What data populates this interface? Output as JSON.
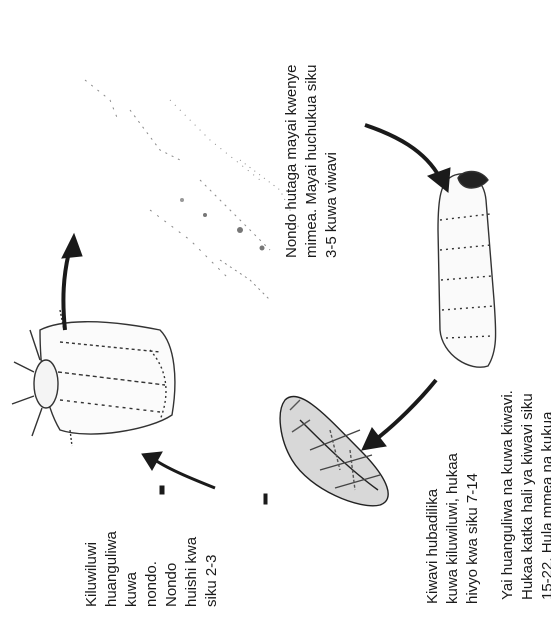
{
  "diagram": {
    "stages": [
      {
        "id": "egg-to-larva",
        "lines": [
          "Yai huanguliwa na kuwa kiwavi.",
          "Hukaa katka hali ya kiwavi siku",
          "15-22. Hula mmea na kukua"
        ]
      },
      {
        "id": "moth-laying",
        "lines": [
          "Nondo hutaga mayai kwenye",
          "mimea. Mayai huchukua siku",
          "3-5  kuwa viwavi"
        ]
      },
      {
        "id": "larva-to-pupa",
        "lines": [
          "Kiwavi hubadilika",
          "kuwa kiluwiluwi, hukaa",
          "hivyo kwa siku  7-14"
        ]
      },
      {
        "id": "pupa-to-moth",
        "lines": [
          "Kiluwiluwi",
          "huanguliwa",
          "kuwa",
          "nondo.",
          "Nondo",
          "huishi kwa",
          "siku 2-3"
        ]
      }
    ],
    "colors": {
      "ink": "#1a1a1a",
      "background": "#ffffff"
    }
  }
}
